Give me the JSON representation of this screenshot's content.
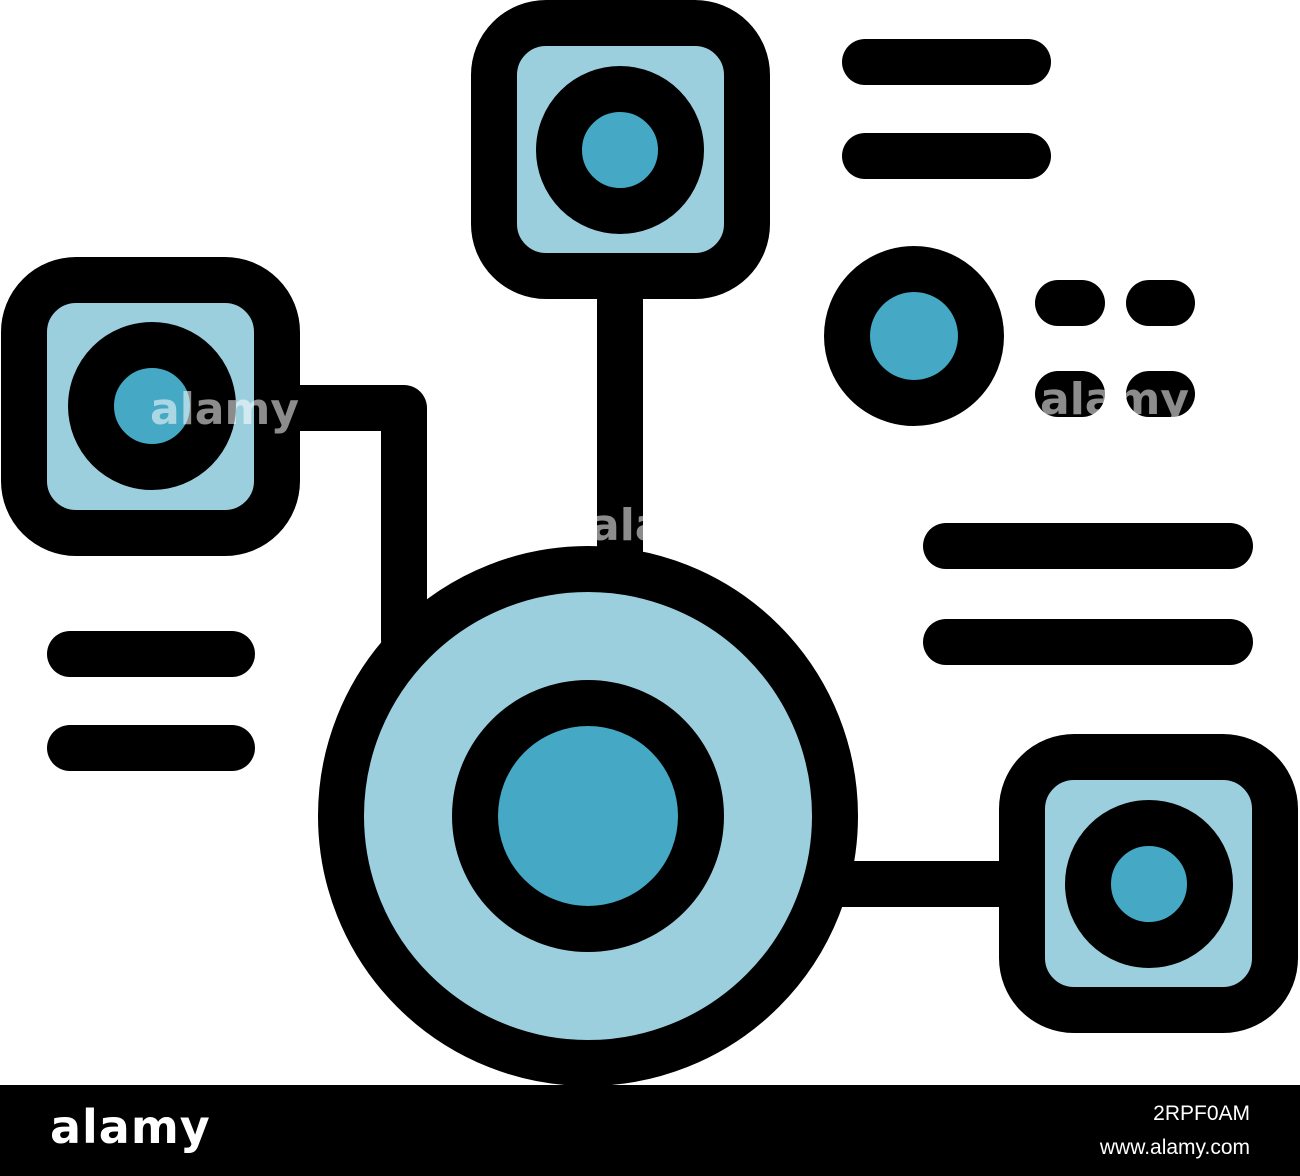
{
  "colors": {
    "stroke": "#000000",
    "light_fill": "#9bcfdd",
    "dark_fill": "#45a8c4",
    "background": "#ffffff",
    "watermark_bar": "#000000",
    "watermark_text": "#ffffff"
  },
  "icon": {
    "name": "network-hierarchy-icon"
  },
  "watermark": {
    "brand": "alamy",
    "image_id": "2RPF0AM",
    "date_code": "www.alamy.com"
  }
}
